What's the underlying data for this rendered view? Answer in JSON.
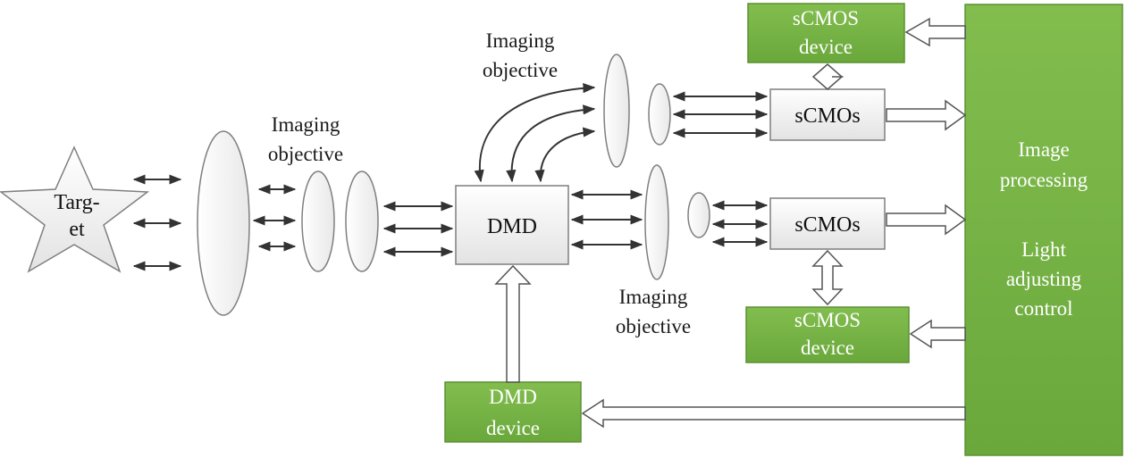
{
  "target": {
    "line1": "Targ-",
    "line2": "et"
  },
  "imaging_objective_left": {
    "line1": "Imaging",
    "line2": "objective"
  },
  "imaging_objective_top": {
    "line1": "Imaging",
    "line2": "objective"
  },
  "imaging_objective_bottom": {
    "line1": "Imaging",
    "line2": "objective"
  },
  "dmd": {
    "label": "DMD"
  },
  "scmos_top": {
    "label": "sCMOs"
  },
  "scmos_bottom": {
    "label": "sCMOs"
  },
  "scmos_device_top": {
    "line1": "sCMOS",
    "line2": "device"
  },
  "scmos_device_bottom": {
    "line1": "sCMOS",
    "line2": "device"
  },
  "dmd_device": {
    "line1": "DMD",
    "line2": "device"
  },
  "processing_panel": {
    "line1": "Image",
    "line2": "processing",
    "line3": "Light",
    "line4": "adjusting",
    "line5": "control"
  },
  "colors": {
    "green_fill": "#7ab648",
    "green_stroke": "#5a9130",
    "box_stroke": "#7f7f7f",
    "box_fill": "#f7f7f7",
    "arrow": "#333333"
  }
}
